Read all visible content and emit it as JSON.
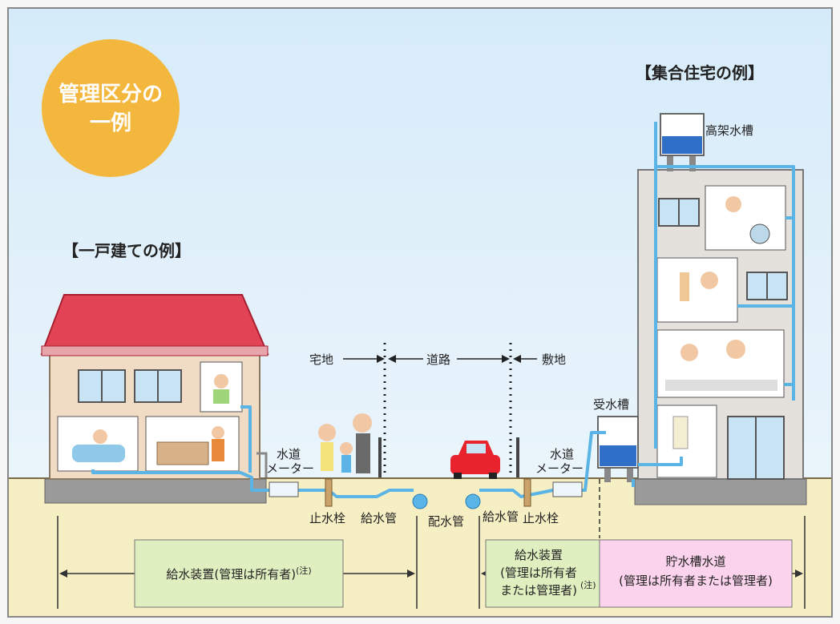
{
  "badge": {
    "line1": "管理区分の",
    "line2": "一例"
  },
  "titles": {
    "house": "【一戸建ての例】",
    "apartment": "【集合住宅の例】"
  },
  "labels": {
    "takuchi": "宅地",
    "doro": "道路",
    "shikichi": "敷地",
    "meter_left_1": "水道",
    "meter_left_2": "メーター",
    "meter_right_1": "水道",
    "meter_right_2": "メーター",
    "stop_valve_left": "止水栓",
    "supply_pipe_left": "給水管",
    "main_pipe": "配水管",
    "supply_pipe_right": "給水管",
    "stop_valve_right": "止水栓",
    "receiving_tank": "受水槽",
    "elevated_tank": "高架水槽"
  },
  "boxes": {
    "left": {
      "text": "給水装置(管理は所有者)",
      "note": "(注)"
    },
    "middle": {
      "line1": "給水装置",
      "line2": "(管理は所有者",
      "line3": "または管理者)",
      "note": "(注)"
    },
    "right": {
      "line1": "貯水槽水道",
      "line2": "(管理は所有者または管理者)"
    }
  },
  "colors": {
    "sky": "#dcedf8",
    "ground": "#f7efc4",
    "badge": "#f4b73d",
    "pipe": "#5ab4e5",
    "roof": "#e24456",
    "wall": "#f0dcc4",
    "box_green": "#e0efc0",
    "box_pink": "#fbd3ec",
    "car": "#e8232e"
  }
}
